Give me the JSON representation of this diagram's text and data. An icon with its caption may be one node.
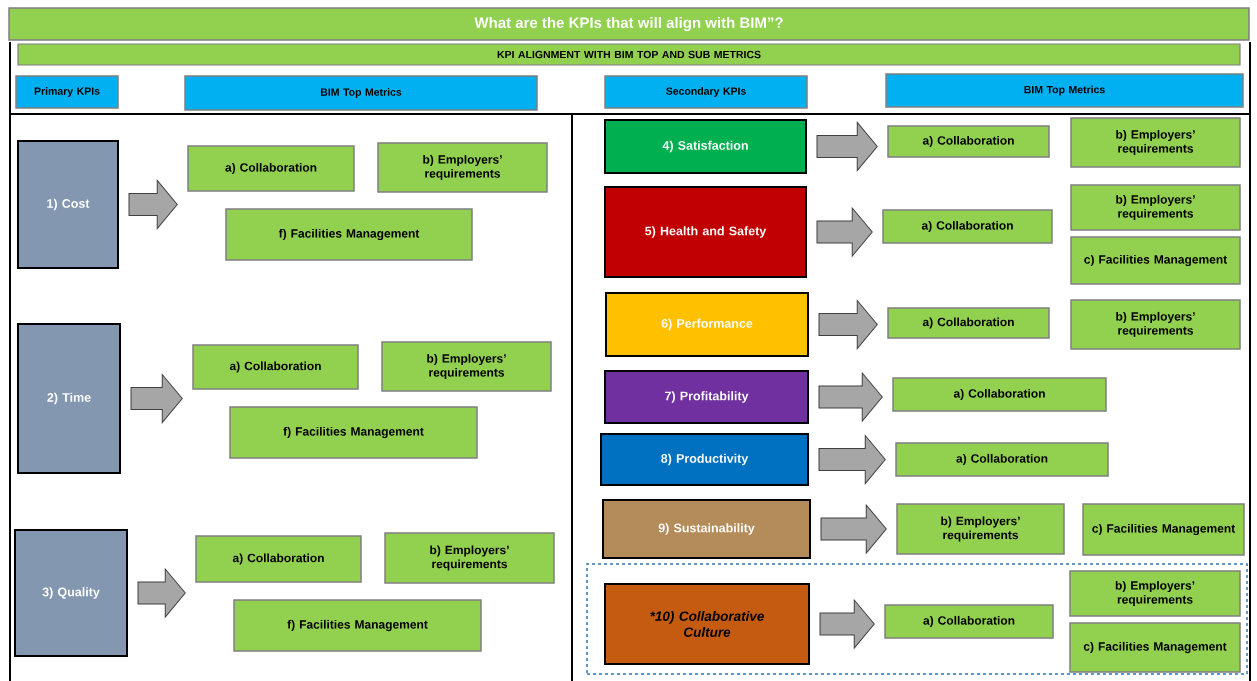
{
  "diagram": {
    "title": "What are the KPIs that will align with BIM”?",
    "nodes": [
      {
        "text": [
          "KPI ALIGNMENT WITH BIM TOP AND SUB METRICS"
        ]
      },
      {
        "text": [
          "Primary KPIs"
        ]
      },
      {
        "text": [
          "BIM Top Metrics"
        ]
      },
      {
        "text": [
          "Secondary KPIs"
        ]
      },
      {
        "text": [
          "BIM Top Metrics"
        ]
      },
      {
        "text": [
          "1) Cost"
        ]
      },
      {
        "text": [
          "a) Collaboration"
        ]
      },
      {
        "text": [
          "b) Employers’ requirements"
        ]
      },
      {
        "text": [
          "f) Facilities Management"
        ]
      },
      {
        "text": [
          "2) Time"
        ]
      },
      {
        "text": [
          "a) Collaboration"
        ]
      },
      {
        "text": [
          "b) Employers’ requirements"
        ]
      },
      {
        "text": [
          "f) Facilities Management"
        ]
      },
      {
        "text": [
          "3) Quality"
        ]
      },
      {
        "text": [
          "a) Collaboration"
        ]
      },
      {
        "text": [
          "b) Employers’ requirements"
        ]
      },
      {
        "text": [
          "f) Facilities Management"
        ]
      },
      {
        "text": [
          "4) Satisfaction"
        ]
      },
      {
        "text": [
          "a) Collaboration"
        ]
      },
      {
        "text": [
          "b) Employers’ requirements"
        ]
      },
      {
        "text": [
          "5) Health and Safety"
        ]
      },
      {
        "text": [
          "a) Collaboration"
        ]
      },
      {
        "text": [
          "b) Employers’ requirements"
        ]
      },
      {
        "text": [
          "c) Facilities Management"
        ]
      },
      {
        "text": [
          "6) Performance"
        ]
      },
      {
        "text": [
          "a) Collaboration"
        ]
      },
      {
        "text": [
          "b) Employers’ requirements"
        ]
      },
      {
        "text": [
          "7) Profitability"
        ]
      },
      {
        "text": [
          "a) Collaboration"
        ]
      },
      {
        "text": [
          "8) Productivity"
        ]
      },
      {
        "text": [
          "a) Collaboration"
        ]
      },
      {
        "text": [
          "9) Sustainability"
        ]
      },
      {
        "text": [
          "b) Employers’ requirements"
        ]
      },
      {
        "text": [
          "c) Facilities Management"
        ]
      },
      {
        "text": [],
        "shape": "box"
      },
      {
        "text": [
          "*10) Collaborative Culture"
        ],
        "in": 34
      },
      {
        "text": [
          "a) Collaboration"
        ],
        "in": 34
      },
      {
        "text": [
          "b) Employers’ requirements"
        ],
        "in": 34
      },
      {
        "text": [
          "c) Facilities Management"
        ],
        "in": 34
      }
    ],
    "edges": [
      {
        "from": 5,
        "to": 6,
        "arrow": "to"
      },
      {
        "from": 9,
        "to": 10,
        "arrow": "to"
      },
      {
        "from": 13,
        "to": 14,
        "arrow": "to"
      },
      {
        "from": 17,
        "to": 18,
        "arrow": "to"
      },
      {
        "from": 20,
        "to": 21,
        "arrow": "to"
      },
      {
        "from": 24,
        "to": 25,
        "arrow": "to"
      },
      {
        "from": 27,
        "to": 28,
        "arrow": "to"
      },
      {
        "from": 29,
        "to": 30,
        "arrow": "to"
      },
      {
        "from": 31,
        "to": 32,
        "arrow": "to"
      },
      {
        "from": 35,
        "to": 36,
        "arrow": "to"
      }
    ]
  }
}
